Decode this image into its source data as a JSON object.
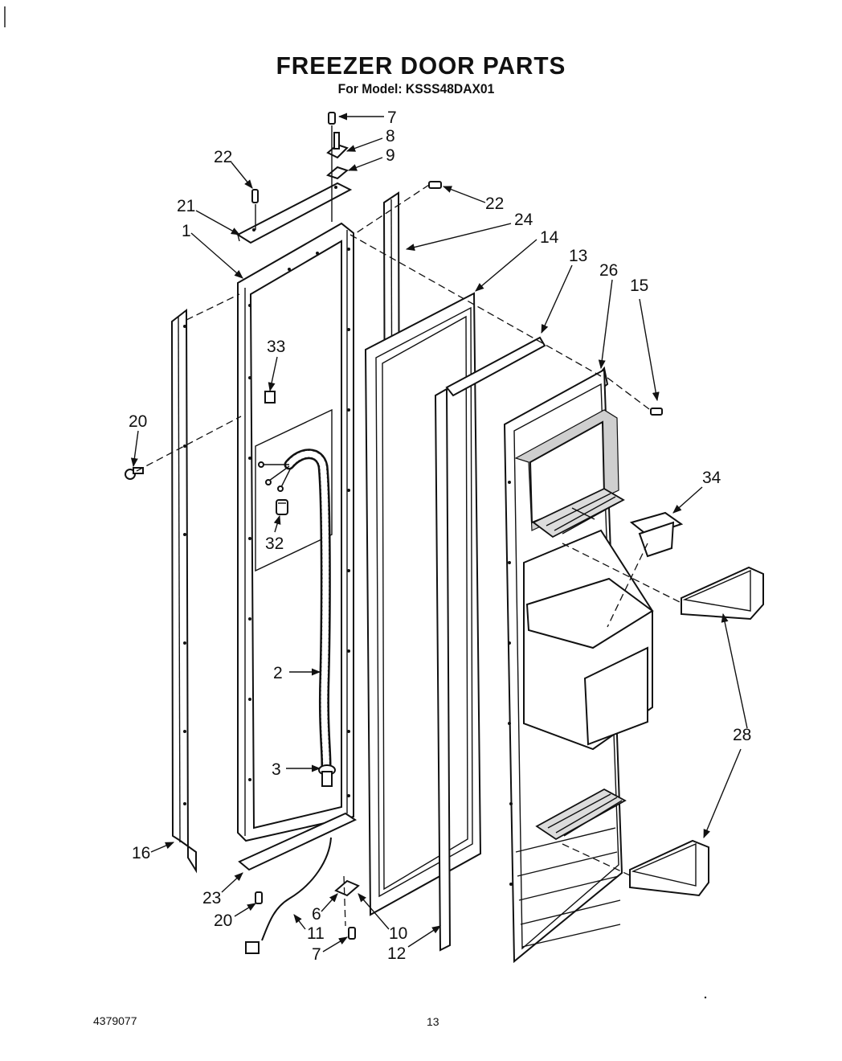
{
  "header": {
    "title": "FREEZER DOOR PARTS",
    "model_line": "For Model: KSSS48DAX01"
  },
  "footer": {
    "document_number": "4379077",
    "page_number": "13"
  },
  "callouts": {
    "c1": "1",
    "c2": "2",
    "c3": "3",
    "c6": "6",
    "c7_top": "7",
    "c7_bottom": "7",
    "c8": "8",
    "c9": "9",
    "c10": "10",
    "c11": "11",
    "c12": "12",
    "c13": "13",
    "c14": "14",
    "c15": "15",
    "c16": "16",
    "c20_left": "20",
    "c20_bottom": "20",
    "c21": "21",
    "c22_left": "22",
    "c22_right": "22",
    "c23": "23",
    "c24": "24",
    "c26": "26",
    "c28": "28",
    "c32": "32",
    "c33": "33",
    "c34": "34"
  }
}
